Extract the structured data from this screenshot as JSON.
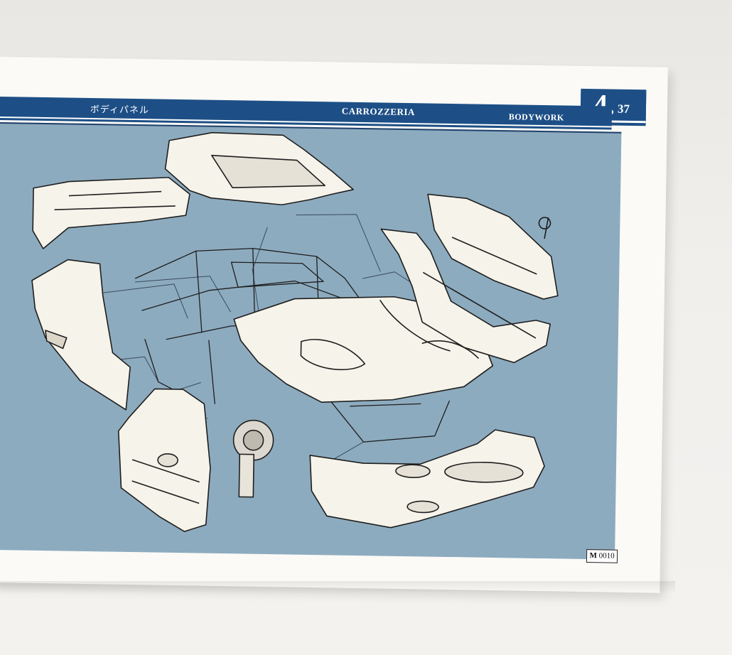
{
  "header": {
    "title_japanese": "ボディパネル",
    "title_italian": "CARROZZERIA",
    "title_english": "BODYWORK"
  },
  "page_number": {
    "major": "4.",
    "minor": "37"
  },
  "figure": {
    "reference_prefix": "M",
    "reference_number": "0010"
  },
  "colors": {
    "header_blue": "#1d4f86",
    "illustration_bg": "#8dabbf",
    "panel_fill": "#f6f3ea",
    "line": "#1e1e1e"
  }
}
